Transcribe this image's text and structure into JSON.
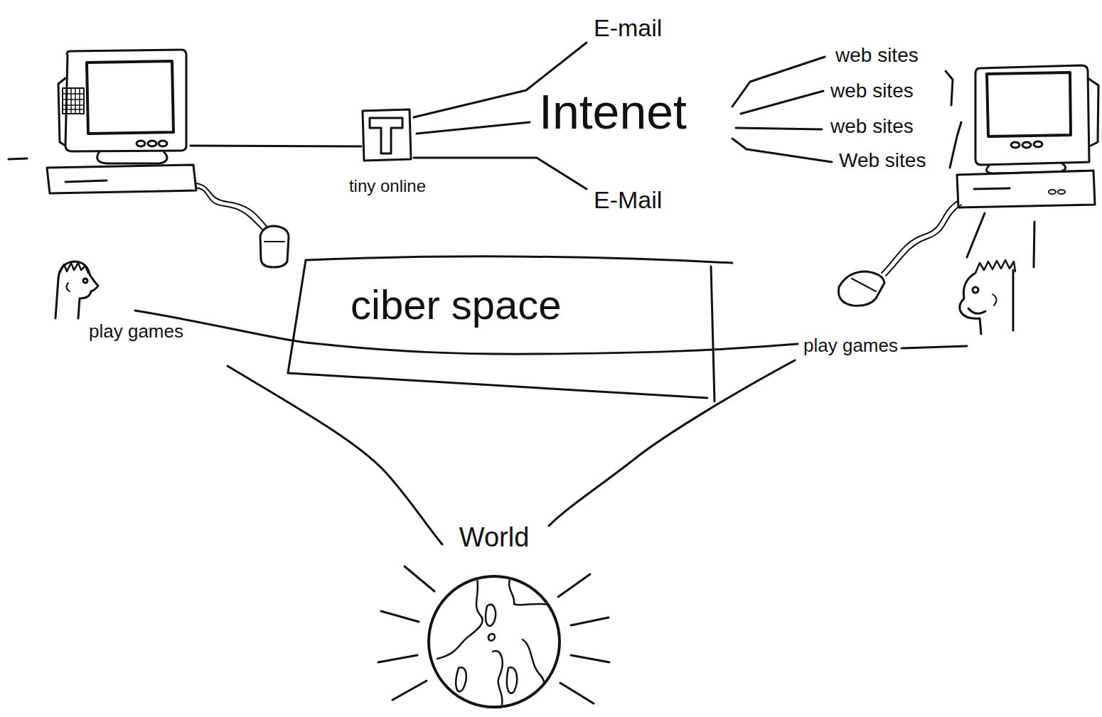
{
  "diagram": {
    "nodes": [
      {
        "text": [
          "tiny online"
        ]
      },
      {
        "text": [
          "ciber space"
        ]
      },
      {
        "text": [
          "World"
        ]
      }
    ],
    "labels": [
      "E-mail",
      "web sites",
      "web sites",
      "Intenet",
      "web sites",
      "Web sites",
      "E-Mail",
      "play games",
      "play games"
    ]
  }
}
